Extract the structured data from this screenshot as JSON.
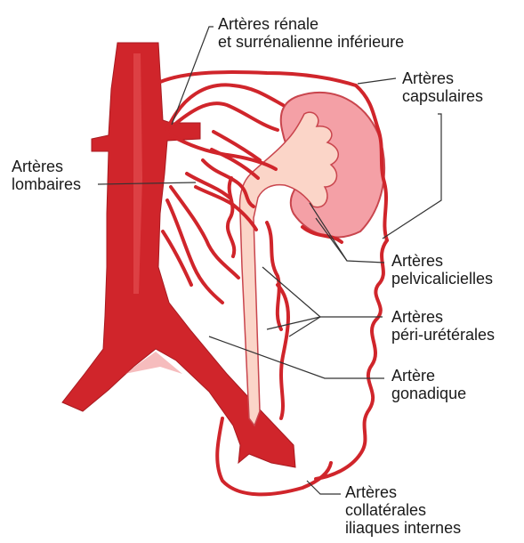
{
  "labels": {
    "renal": {
      "line1": "Artères rénale",
      "line2": "et surrénalienne inférieure"
    },
    "capsular": {
      "line1": "Artères",
      "line2": "capsulaires"
    },
    "lumbar": {
      "line1": "Artères",
      "line2": "lombaires"
    },
    "pelvicalyceal": {
      "line1": "Artères",
      "line2": "pelvicalicielles"
    },
    "periureteral": {
      "line1": "Artères",
      "line2": "péri-urétérales"
    },
    "gonadal": {
      "line1": "Artère",
      "line2": "gonadique"
    },
    "iliac": {
      "line1": "Artères",
      "line2": "collatérales",
      "line3": "iliaques internes"
    }
  },
  "colors": {
    "artery": "#d0252b",
    "artery_highlight": "#e8585a",
    "kidney": "#f4a0a6",
    "kidney_outline": "#c9454d",
    "pelvis": "#fbd5c8",
    "leader_line": "#333333"
  }
}
